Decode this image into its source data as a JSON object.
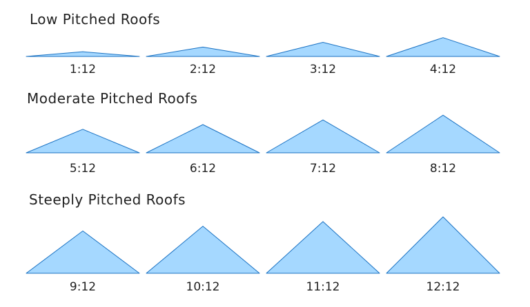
{
  "sections": [
    {
      "title": "Low Pitched Roofs",
      "roofs": [
        {
          "label": "1:12",
          "rise": 1,
          "run": 12
        },
        {
          "label": "2:12",
          "rise": 2,
          "run": 12
        },
        {
          "label": "3:12",
          "rise": 3,
          "run": 12
        },
        {
          "label": "4:12",
          "rise": 4,
          "run": 12
        }
      ]
    },
    {
      "title": "Moderate Pitched Roofs",
      "roofs": [
        {
          "label": "5:12",
          "rise": 5,
          "run": 12
        },
        {
          "label": "6:12",
          "rise": 6,
          "run": 12
        },
        {
          "label": "7:12",
          "rise": 7,
          "run": 12
        },
        {
          "label": "8:12",
          "rise": 8,
          "run": 12
        }
      ]
    },
    {
      "title": "Steeply Pitched Roofs",
      "roofs": [
        {
          "label": "9:12",
          "rise": 9,
          "run": 12
        },
        {
          "label": "10:12",
          "rise": 10,
          "run": 12
        },
        {
          "label": "11:12",
          "rise": 11,
          "run": 12
        },
        {
          "label": "12:12",
          "rise": 12,
          "run": 12
        }
      ]
    }
  ],
  "colors": {
    "roof_fill": "#a5d8ff",
    "roof_stroke": "#1971c2",
    "text": "#1f1f1f"
  }
}
